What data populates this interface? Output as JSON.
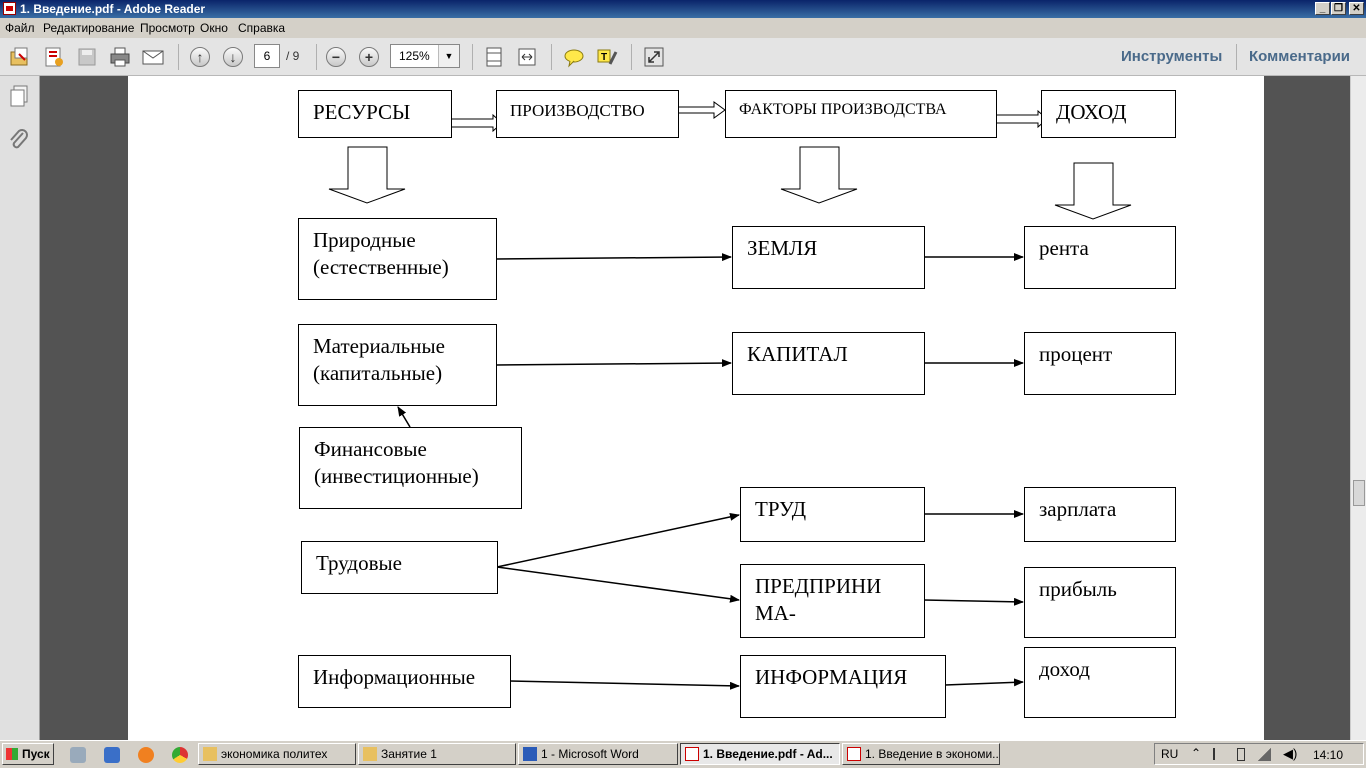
{
  "window": {
    "title": "1. Введение.pdf - Adobe Reader",
    "controls": [
      "_",
      "❐",
      "✕"
    ]
  },
  "menu": [
    "Файл",
    "Редактирование",
    "Просмотр",
    "Окно",
    "Справка"
  ],
  "toolbar": {
    "page_current": "6",
    "page_total": "/ 9",
    "zoom": "125%",
    "tools_label": "Инструменты",
    "comments_label": "Комментарии"
  },
  "diagram": {
    "headers": [
      "РЕСУРСЫ",
      "ПРОИЗВОДСТВО",
      "ФАКТОРЫ ПРОИЗВОДСТВА",
      "ДОХОД"
    ],
    "resources": [
      "Природные\n(естественные)",
      "Материальные\n(капитальные)",
      "Финансовые\n(инвестиционные)",
      "Трудовые",
      "Информационные"
    ],
    "factors": [
      "ЗЕМЛЯ",
      "КАПИТАЛ",
      "ТРУД",
      "ПРЕДПРИНИ\nМА-",
      "ИНФОРМАЦИЯ"
    ],
    "incomes": [
      "рента",
      "процент",
      "зарплата",
      "прибыль",
      "доход"
    ]
  },
  "taskbar": {
    "start": "Пуск",
    "tasks": [
      "экономика политех",
      "Занятие 1",
      "1 - Microsoft Word",
      "1. Введение.pdf - Ad...",
      "1. Введение в экономи..."
    ],
    "lang": "RU",
    "clock": "14:10"
  }
}
